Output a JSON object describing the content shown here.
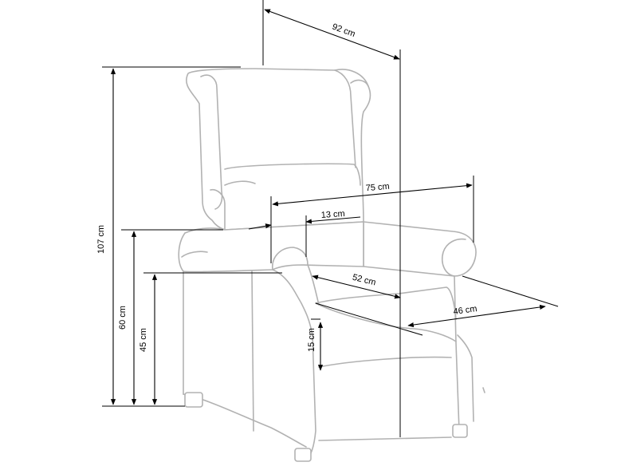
{
  "dimensions": {
    "width_top": "92 cm",
    "total_height": "107 cm",
    "arm_height": "60 cm",
    "seat_height": "45 cm",
    "inner_width": "75 cm",
    "arm_width": "13 cm",
    "seat_depth": "52 cm",
    "depth": "46 cm",
    "leg_height": "15 cm"
  }
}
